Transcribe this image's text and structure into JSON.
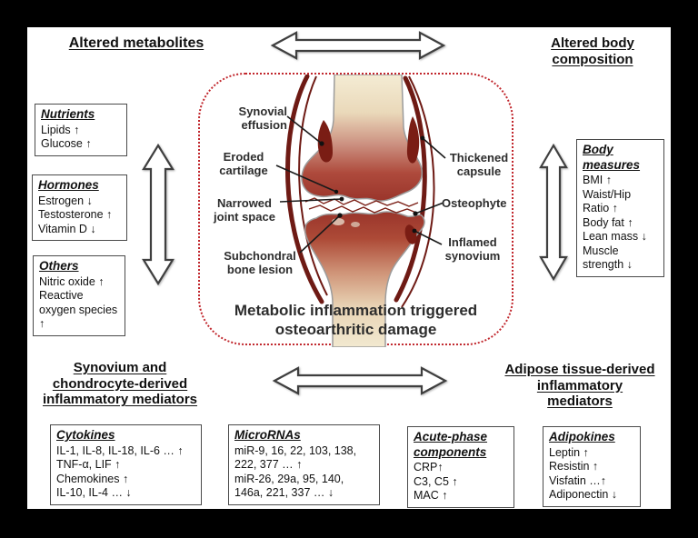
{
  "headings": {
    "altered_metabolites": "Altered metabolites",
    "altered_body_composition": "Altered body\ncomposition",
    "synovium_mediators": "Synovium and\nchondrocyte-derived\ninflammatory mediators",
    "adipose_mediators": "Adipose tissue-derived\ninflammatory\nmediators"
  },
  "figure": {
    "caption": "Metabolic inflammation triggered\nosteoarthritic damage",
    "labels": {
      "synovial_effusion": "Synovial\neffusion",
      "eroded_cartilage": "Eroded\ncartilage",
      "narrowed_joint_space": "Narrowed\njoint space",
      "subchondral_bone_lesion": "Subchondral\nbone lesion",
      "thickened_capsule": "Thickened\ncapsule",
      "osteophyte": "Osteophyte",
      "inflamed_synovium": "Inflamed\nsynovium"
    }
  },
  "boxes": {
    "nutrients": {
      "title": "Nutrients",
      "items": [
        "Lipids ↑",
        "Glucose ↑"
      ]
    },
    "hormones": {
      "title": "Hormones",
      "items": [
        "Estrogen ↓",
        "Testosterone ↑",
        "Vitamin D ↓"
      ]
    },
    "others": {
      "title": "Others",
      "items": [
        "Nitric oxide ↑",
        "Reactive oxygen species ↑"
      ]
    },
    "body_measures": {
      "title": "Body measures",
      "items": [
        "BMI ↑",
        "Waist/Hip Ratio ↑",
        "Body fat ↑",
        "Lean mass ↓",
        "Muscle strength ↓"
      ]
    },
    "cytokines": {
      "title": "Cytokines",
      "items": [
        "IL-1, IL-8, IL-18, IL-6 … ↑",
        "TNF-α, LIF ↑",
        "Chemokines ↑",
        "IL-10, IL-4 … ↓"
      ]
    },
    "micrornas": {
      "title": "MicroRNAs",
      "items": [
        "miR-9, 16, 22, 103, 138, 222, 377 … ↑",
        "miR-26, 29a, 95, 140, 146a, 221, 337 … ↓"
      ]
    },
    "acute_phase": {
      "title": "Acute-phase components",
      "items": [
        "CRP↑",
        "C3, C5 ↑",
        "MAC ↑"
      ]
    },
    "adipokines": {
      "title": "Adipokines",
      "items": [
        "Leptin ↑",
        "Resistin ↑",
        "Visfatin …↑",
        "Adiponectin ↓"
      ]
    }
  },
  "colors": {
    "dotted_border": "#c1272d",
    "bone_red": "#9a352b",
    "bone_cream": "#f2e9d0",
    "capsule_maroon": "#6e1a14",
    "arrow_outline": "#3f3f3f",
    "background_frame": "#000000",
    "slide_background": "#ffffff"
  }
}
